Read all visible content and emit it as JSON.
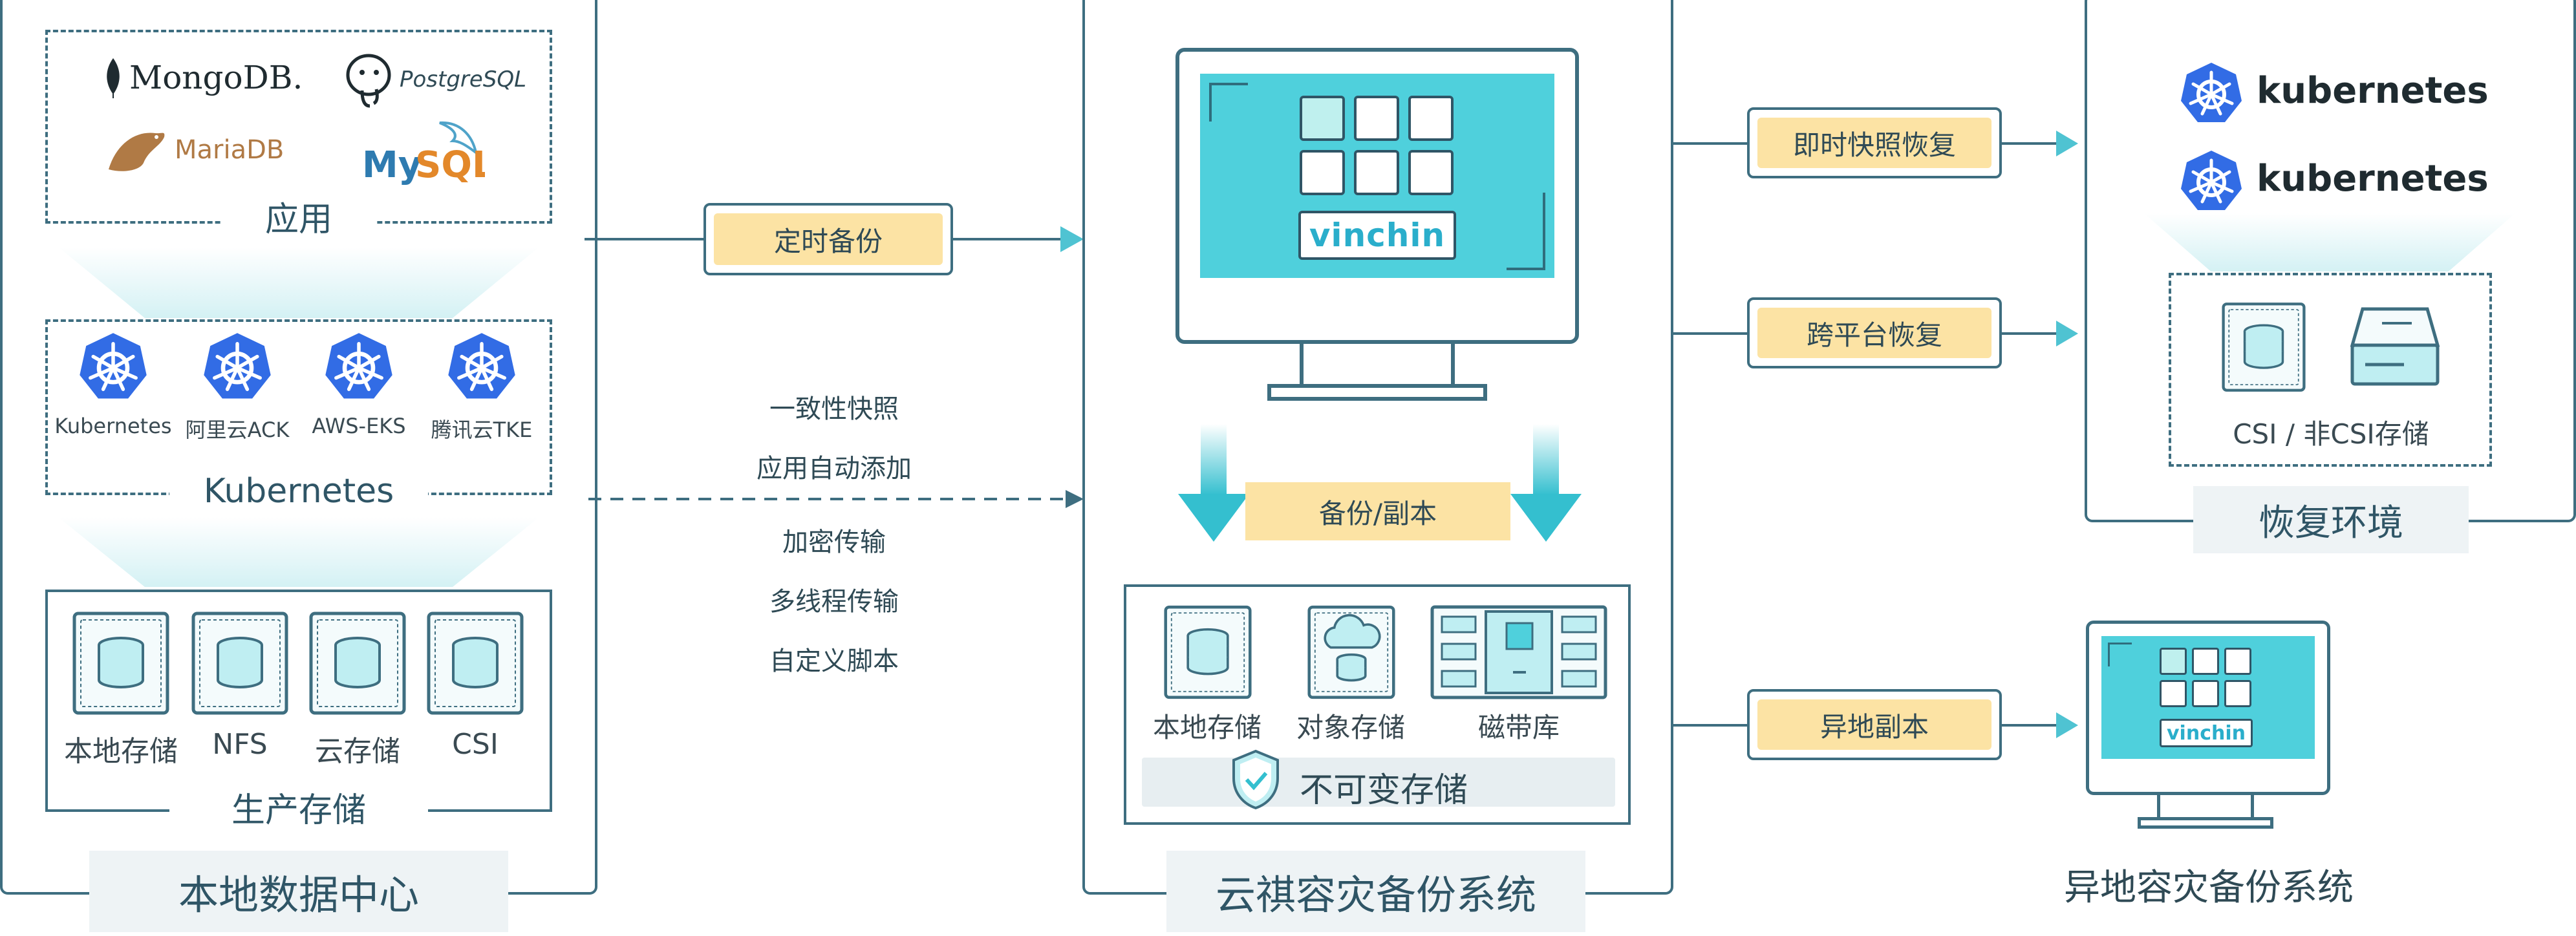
{
  "left_panel": {
    "title": "本地数据中心",
    "apps": {
      "label": "应用",
      "logos": [
        "MongoDB.",
        "PostgreSQL",
        "MariaDB",
        "MySQL"
      ]
    },
    "kubernetes": {
      "label": "Kubernetes",
      "platforms": [
        "Kubernetes",
        "阿里云ACK",
        "AWS-EKS",
        "腾讯云TKE"
      ]
    },
    "storage": {
      "label": "生产存储",
      "items": [
        "本地存储",
        "NFS",
        "云存储",
        "CSI"
      ]
    }
  },
  "flows": {
    "scheduled_backup": "定时备份",
    "features": [
      "一致性快照",
      "应用自动添加",
      "加密传输",
      "多线程传输",
      "自定义脚本"
    ]
  },
  "center_panel": {
    "title": "云祺容灾备份系统",
    "brand": "vinchin",
    "backup_copy": "备份/副本",
    "storage_items": [
      "本地存储",
      "对象存储",
      "磁带库"
    ],
    "immutable": "不可变存储"
  },
  "right_flows": {
    "instant_restore": "即时快照恢复",
    "cross_platform": "跨平台恢复",
    "offsite_copy": "异地副本"
  },
  "restore_env": {
    "title": "恢复环境",
    "k8s_logos": [
      "kubernetes",
      "kubernetes"
    ],
    "csi_label": "CSI / 非CSI存储"
  },
  "offsite": {
    "brand": "vinchin",
    "title": "异地容灾备份系统"
  },
  "colors": {
    "border": "#3e6e80",
    "teal": "#4fd0dc",
    "yellow": "#fce3a4",
    "k8s_blue": "#326ce5"
  },
  "icons": [
    "mongodb-logo",
    "postgresql-logo",
    "mariadb-logo",
    "mysql-logo",
    "kubernetes-icon",
    "database-icon",
    "cloud-storage-icon",
    "tape-library-icon",
    "shield-check-icon",
    "monitor-icon",
    "server-icon"
  ]
}
